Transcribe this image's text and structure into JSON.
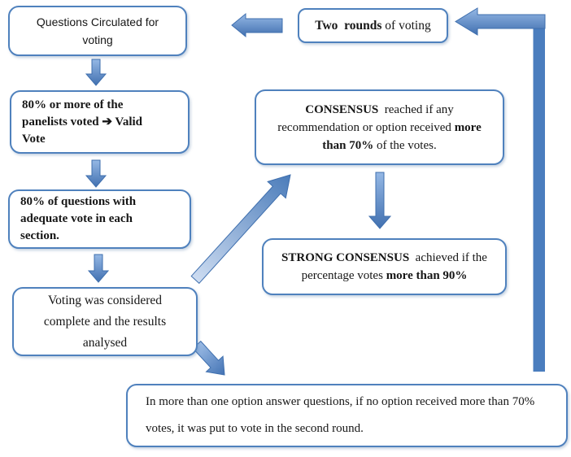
{
  "palette": {
    "accent_border": "#4f81bd",
    "arrow_light": "#9cbde6",
    "arrow_dark": "#4373b4",
    "loop_bar": "#4a7dbe",
    "text": "#161616",
    "background": "#ffffff"
  },
  "boxes": {
    "questions": {
      "lines": [
        "Questions Circulated for",
        "voting"
      ]
    },
    "valid_vote": {
      "lines": [
        "80% or more of the",
        "panelists voted ➔ Valid",
        "Vote"
      ]
    },
    "adequate_vote": {
      "lines": [
        "80% of questions with",
        "adequate vote in each",
        "section."
      ]
    },
    "voting_complete": {
      "lines": [
        "Voting was considered",
        "complete and the results",
        "analysed"
      ]
    },
    "two_rounds": {
      "bold": "Two  rounds",
      "rest": " of voting"
    },
    "consensus": {
      "bold1": "CONSENSUS  ",
      "text1": "reached if any recommendation or option received ",
      "bold2": "more than 70%",
      "text2": " of the votes."
    },
    "strong_consensus": {
      "bold1": "STRONG CONSENSUS  ",
      "text1": "achieved if the percentage votes ",
      "bold2": "more than 90%"
    },
    "second_round": {
      "lines": [
        "In more than one option answer questions, if no option received more than 70%",
        "votes, it was put to vote in the second round."
      ]
    }
  }
}
